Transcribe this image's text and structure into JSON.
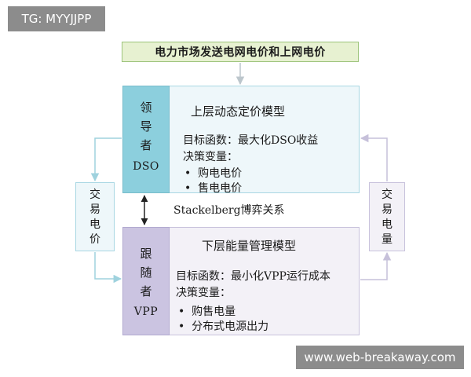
{
  "watermarks": {
    "top_left": "TG: MYYJJPP",
    "bottom_right": "www.web-breakaway.com"
  },
  "top_box": {
    "label": "电力市场发送电网电价和上网电价"
  },
  "upper_model": {
    "role_chars": [
      "领",
      "导",
      "者"
    ],
    "role_abbr": "DSO",
    "title": "上层动态定价模型",
    "objective": "目标函数：最大化DSO收益",
    "decision_label": "决策变量：",
    "decision_items": [
      "购电电价",
      "售电电价"
    ]
  },
  "lower_model": {
    "role_chars": [
      "跟",
      "随",
      "者"
    ],
    "role_abbr": "VPP",
    "title": "下层能量管理模型",
    "objective": "目标函数：最小化VPP运行成本",
    "decision_label": "决策变量：",
    "decision_items": [
      "购售电量",
      "分布式电源出力"
    ]
  },
  "relation_label": "Stackelberg博弈关系",
  "left_box": {
    "chars": [
      "交",
      "易",
      "电",
      "价"
    ]
  },
  "right_box": {
    "chars": [
      "交",
      "易",
      "电",
      "量"
    ]
  },
  "colors": {
    "leader_fill": "#8ccfdd",
    "upper_panel_fill": "#eef7fa",
    "follower_fill": "#cbc4e1",
    "lower_panel_fill": "#f3f1f7",
    "top_box_fill": "#e7f1d1",
    "watermark_fill": "#8c8c8c"
  }
}
